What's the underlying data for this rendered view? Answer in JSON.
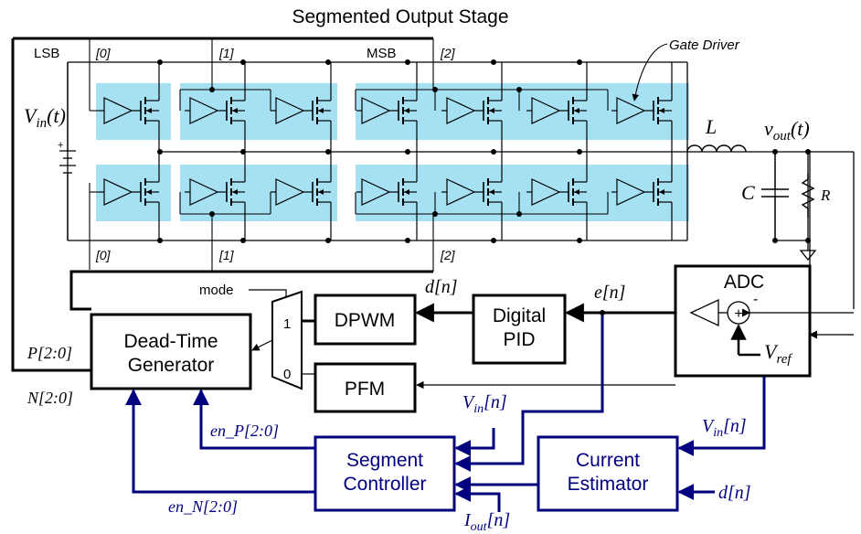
{
  "title": "Segmented Output Stage",
  "colors": {
    "wire": "#000000",
    "control": "#00007f",
    "segment_shade": "#a6e0f3",
    "background": "#ffffff"
  },
  "bus_labels": {
    "lsb": "LSB",
    "msb": "MSB",
    "top_0": "[0]",
    "top_1": "[1]",
    "top_2": "[2]",
    "bottom_0": "[0]",
    "bottom_1": "[1]",
    "bottom_2": "[2]"
  },
  "callout": {
    "gate_driver": "Gate Driver"
  },
  "source": {
    "v": "V",
    "sub": "in",
    "arg": "(t)",
    "plus": "+"
  },
  "filter": {
    "inductor": "L",
    "capacitor": "C",
    "resistor": "R",
    "vout_v": "v",
    "vout_sub": "out",
    "vout_arg": "(t)"
  },
  "blocks": {
    "dead_time_line1": "Dead-Time",
    "dead_time_line2": "Generator",
    "dpwm": "DPWM",
    "pfm": "PFM",
    "pid_line1": "Digital",
    "pid_line2": "PID",
    "adc": "ADC",
    "segment_line1": "Segment",
    "segment_line2": "Controller",
    "estimator_line1": "Current",
    "estimator_line2": "Estimator"
  },
  "mux": {
    "mode": "mode",
    "in1": "1",
    "in0": "0"
  },
  "adc_detail": {
    "sum": "+",
    "minus": "-",
    "vref_v": "V",
    "vref_sub": "ref"
  },
  "signals": {
    "d_n": "d[n]",
    "e_n": "e[n]",
    "p_bus_main": "P[2:0]",
    "n_bus_main": "N[2:0]",
    "en_p_main": "en_P",
    "en_p_range": "[2:0]",
    "en_n_main": "en_N",
    "en_n_range": "[2:0]",
    "vin_v": "V",
    "vin_sub": "in",
    "vin_n": "[n]",
    "vin2_v": "V",
    "vin2_sub": "in",
    "vin2_n": "[n]",
    "iout_i": "I",
    "iout_sub": "out",
    "iout_n": "[n]",
    "d_in": "d[n]"
  }
}
